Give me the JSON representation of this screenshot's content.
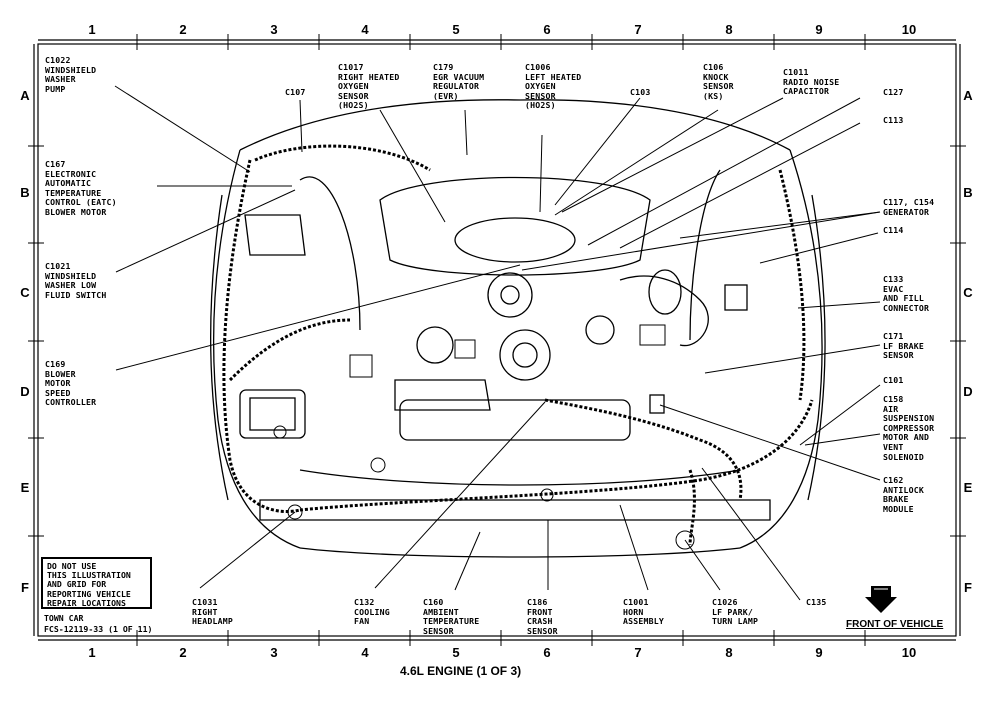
{
  "grid": {
    "columns": [
      "1",
      "2",
      "3",
      "4",
      "5",
      "6",
      "7",
      "8",
      "9",
      "10"
    ],
    "rows": [
      "A",
      "B",
      "C",
      "D",
      "E",
      "F"
    ]
  },
  "callouts": {
    "c1022": "C1022\nWINDSHIELD\nWASHER\nPUMP",
    "c167": "C167\nELECTRONIC\nAUTOMATIC\nTEMPERATURE\nCONTROL (EATC)\nBLOWER MOTOR",
    "c1021": "C1021\nWINDSHIELD\nWASHER LOW\nFLUID SWITCH",
    "c169": "C169\nBLOWER\nMOTOR\nSPEED\nCONTROLLER",
    "c107": "C107",
    "c1017": "C1017\nRIGHT HEATED\nOXYGEN\nSENSOR\n(HO2S)",
    "c179": "C179\nEGR VACUUM\nREGULATOR\n(EVR)",
    "c1006": "C1006\nLEFT HEATED\nOXYGEN\nSENSOR\n(HO2S)",
    "c103": "C103",
    "c106": "C106\nKNOCK\nSENSOR\n(KS)",
    "c1011": "C1011\nRADIO NOISE\nCAPACITOR",
    "c127": "C127",
    "c113": "C113",
    "c117": "C117, C154\nGENERATOR",
    "c114": "C114",
    "c133": "C133\nEVAC\nAND FILL\nCONNECTOR",
    "c171": "C171\nLF BRAKE\nSENSOR",
    "c101": "C101",
    "c158": "C158\nAIR\nSUSPENSION\nCOMPRESSOR\nMOTOR AND\nVENT\nSOLENOID",
    "c162": "C162\nANTILOCK\nBRAKE\nMODULE",
    "c135": "C135",
    "c1031": "C1031\nRIGHT\nHEADLAMP",
    "c132": "C132\nCOOLING\nFAN",
    "c160": "C160\nAMBIENT\nTEMPERATURE\nSENSOR",
    "c186": "C186\nFRONT\nCRASH\nSENSOR",
    "c1001": "C1001\nHORN\nASSEMBLY",
    "c1026": "C1026\nLF PARK/\nTURN LAMP"
  },
  "note": "DO NOT USE\nTHIS ILLUSTRATION\nAND GRID FOR\nREPORTING VEHICLE\nREPAIR LOCATIONS",
  "footer_model": "TOWN CAR",
  "footer_code": "FCS-12119-33 (1 OF 11)",
  "front_label": "FRONT OF VEHICLE",
  "title": "4.6L ENGINE (1 OF 3)"
}
